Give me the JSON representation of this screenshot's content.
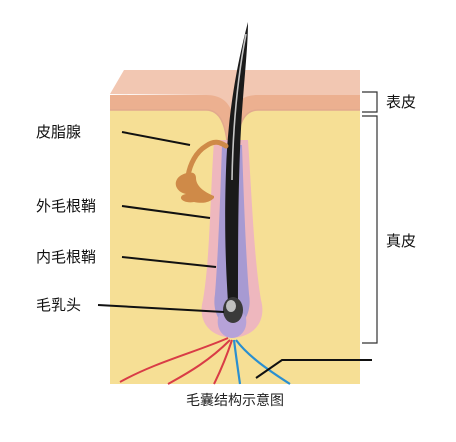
{
  "labels": {
    "sebaceous_gland": "皮脂腺",
    "outer_root_sheath": "外毛根鞘",
    "inner_root_sheath": "内毛根鞘",
    "dermal_papilla": "毛乳头",
    "epidermis": "表皮",
    "dermis": "真皮"
  },
  "caption": "毛囊结构示意图",
  "colors": {
    "epidermis_top": "#f2c7b2",
    "epidermis_band": "#ecb090",
    "dermis": "#f6df95",
    "outer_sheath": "#eeb7be",
    "inner_sheath": "#a79ad2",
    "hair_shaft": "#1a1a1a",
    "sebaceous_gland": "#cf8a48",
    "blood_vessel": "#d93c46",
    "nerve": "#2a8fd0"
  }
}
